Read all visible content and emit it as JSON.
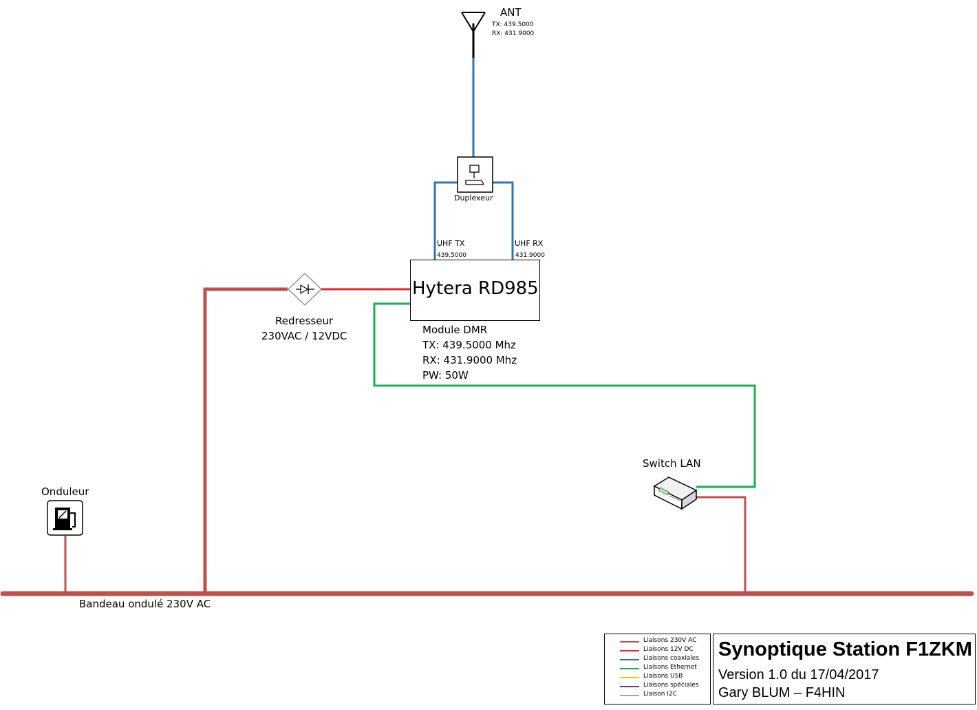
{
  "antenna": {
    "label": "ANT",
    "tx": "TX: 439.5000",
    "rx": "RX: 431.9000"
  },
  "duplexer": {
    "label": "Duplexeur"
  },
  "ports": {
    "uhf_tx": "UHF TX",
    "uhf_tx_freq": "439.5000",
    "uhf_rx": "UHF RX",
    "uhf_rx_freq": "431.9000"
  },
  "repeater": {
    "title": "Hytera RD985",
    "lines": [
      "Module DMR",
      "TX: 439.5000 Mhz",
      "RX: 431.9000 Mhz",
      "PW: 50W"
    ]
  },
  "rectifier": {
    "label": "Redresseur",
    "spec": "230VAC / 12VDC"
  },
  "switch": {
    "label": "Switch LAN"
  },
  "ups": {
    "label": "Onduleur"
  },
  "bus": {
    "label": "Bandeau ondulé 230V AC"
  },
  "legend": [
    {
      "label": "Liaisons 230V AC",
      "color": "#c0504d"
    },
    {
      "label": "Liaisons 12V DC",
      "color": "#e0262a"
    },
    {
      "label": "Liaisons coaxiales",
      "color": "#2e75b6"
    },
    {
      "label": "Liaisons Ethernet",
      "color": "#1aaf54"
    },
    {
      "label": "Liaisons USB",
      "color": "#f5c400"
    },
    {
      "label": "Liaisons spéciales",
      "color": "#7030a0"
    },
    {
      "label": "Liaison I2C",
      "color": "#a6a6a6"
    }
  ],
  "title_block": {
    "title": "Synoptique Station F1ZKM",
    "version": "Version 1.0 du 17/04/2017",
    "author": "Gary BLUM – F4HIN"
  },
  "colors": {
    "ac": "#c0504d",
    "dc": "#e0262a",
    "coax": "#2e75b6",
    "ethernet": "#1aaf54"
  }
}
